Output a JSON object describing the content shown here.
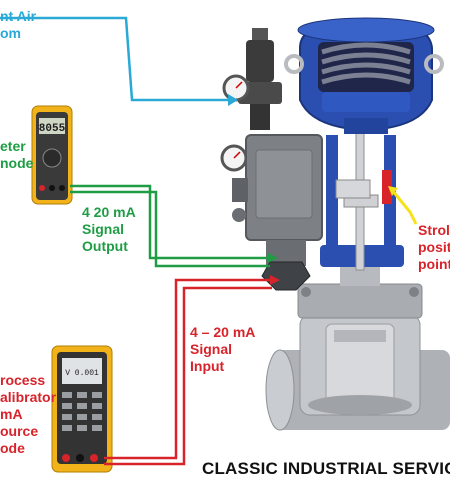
{
  "labels": {
    "air": "nt Air\nom",
    "meter": "eter\nnode",
    "signal_output": "4 20 mA\nSignal\nOutput",
    "signal_input": "4 – 20 mA\nSignal\nInput",
    "calibrator": "rocess\nalibrator\nmA\nource\node",
    "stroke": "Strol\npositi\npoint",
    "brand": "CLASSIC INDUSTRIAL SERVICE"
  },
  "meter": {
    "reading": "8055"
  },
  "calibrator": {
    "screen_text": "V 0.001"
  },
  "colors": {
    "air_line": "#2aa9d6",
    "output_line": "#1f9d45",
    "input_line": "#d8232a",
    "pointer": "#f6e21a",
    "actuator": "#2a4fb0",
    "body_metal": "#b9bcc0",
    "instrument_yellow": "#f2b21a"
  }
}
